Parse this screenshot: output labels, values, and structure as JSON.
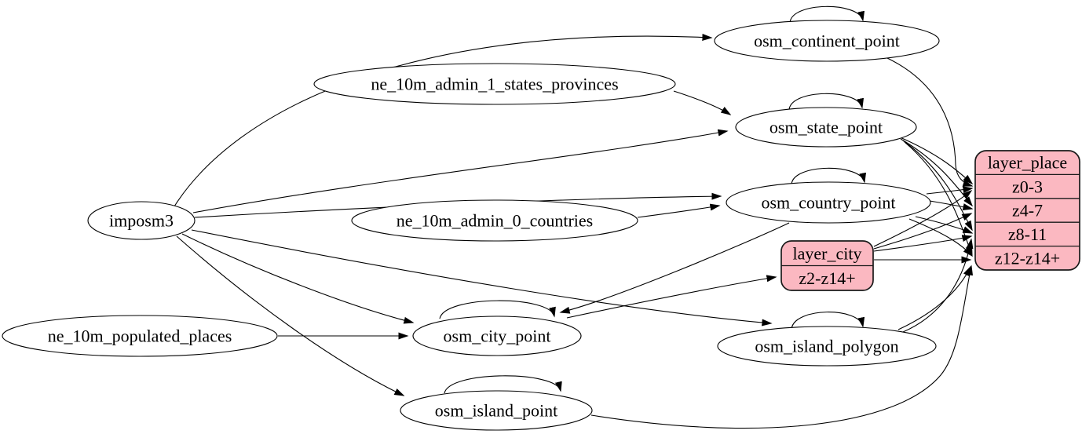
{
  "diagram": {
    "kind": "etl-dependency-graph",
    "colors": {
      "background": "#ffffff",
      "node_fill": "#ffffff",
      "record_fill": "#fbb8c1",
      "stroke": "#000000"
    },
    "nodes": {
      "imposm3": {
        "label": "imposm3",
        "shape": "ellipse"
      },
      "ne_10m_admin_1_states_provinces": {
        "label": "ne_10m_admin_1_states_provinces",
        "shape": "ellipse"
      },
      "ne_10m_admin_0_countries": {
        "label": "ne_10m_admin_0_countries",
        "shape": "ellipse"
      },
      "ne_10m_populated_places": {
        "label": "ne_10m_populated_places",
        "shape": "ellipse"
      },
      "osm_continent_point": {
        "label": "osm_continent_point",
        "shape": "ellipse"
      },
      "osm_state_point": {
        "label": "osm_state_point",
        "shape": "ellipse"
      },
      "osm_country_point": {
        "label": "osm_country_point",
        "shape": "ellipse"
      },
      "osm_city_point": {
        "label": "osm_city_point",
        "shape": "ellipse"
      },
      "osm_island_polygon": {
        "label": "osm_island_polygon",
        "shape": "ellipse"
      },
      "osm_island_point": {
        "label": "osm_island_point",
        "shape": "ellipse"
      },
      "layer_city": {
        "title": "layer_city",
        "rows": [
          "z2-z14+"
        ],
        "shape": "record"
      },
      "layer_place": {
        "title": "layer_place",
        "rows": [
          "z0-3",
          "z4-7",
          "z8-11",
          "z12-z14+"
        ],
        "shape": "record"
      }
    },
    "edges": [
      {
        "from": "imposm3",
        "to": "osm_continent_point"
      },
      {
        "from": "imposm3",
        "to": "osm_state_point"
      },
      {
        "from": "imposm3",
        "to": "osm_country_point"
      },
      {
        "from": "imposm3",
        "to": "osm_city_point"
      },
      {
        "from": "imposm3",
        "to": "osm_island_polygon"
      },
      {
        "from": "imposm3",
        "to": "osm_island_point"
      },
      {
        "from": "ne_10m_admin_1_states_provinces",
        "to": "osm_state_point"
      },
      {
        "from": "ne_10m_admin_0_countries",
        "to": "osm_country_point"
      },
      {
        "from": "ne_10m_populated_places",
        "to": "osm_city_point"
      },
      {
        "from": "osm_continent_point",
        "to": "osm_continent_point",
        "type": "self"
      },
      {
        "from": "osm_state_point",
        "to": "osm_state_point",
        "type": "self"
      },
      {
        "from": "osm_country_point",
        "to": "osm_country_point",
        "type": "self"
      },
      {
        "from": "osm_city_point",
        "to": "osm_city_point",
        "type": "self"
      },
      {
        "from": "osm_island_polygon",
        "to": "osm_island_polygon",
        "type": "self"
      },
      {
        "from": "osm_island_point",
        "to": "osm_island_point",
        "type": "self"
      },
      {
        "from": "osm_continent_point",
        "to": "layer_place",
        "to_port": "z0-3"
      },
      {
        "from": "osm_state_point",
        "to": "layer_place",
        "to_port": "z0-3"
      },
      {
        "from": "osm_state_point",
        "to": "layer_place",
        "to_port": "z4-7"
      },
      {
        "from": "osm_state_point",
        "to": "layer_place",
        "to_port": "z8-11"
      },
      {
        "from": "osm_state_point",
        "to": "layer_place",
        "to_port": "z12-z14+"
      },
      {
        "from": "osm_country_point",
        "to": "layer_place",
        "to_port": "z0-3"
      },
      {
        "from": "osm_country_point",
        "to": "layer_place",
        "to_port": "z4-7"
      },
      {
        "from": "osm_country_point",
        "to": "layer_place",
        "to_port": "z8-11"
      },
      {
        "from": "osm_country_point",
        "to": "layer_place",
        "to_port": "z12-z14+"
      },
      {
        "from": "osm_country_point",
        "to": "osm_city_point"
      },
      {
        "from": "osm_city_point",
        "to": "layer_city",
        "to_port": "z2-z14+"
      },
      {
        "from": "layer_city",
        "to": "layer_place",
        "to_port": "z0-3"
      },
      {
        "from": "layer_city",
        "to": "layer_place",
        "to_port": "z4-7"
      },
      {
        "from": "layer_city",
        "to": "layer_place",
        "to_port": "z8-11"
      },
      {
        "from": "layer_city",
        "to": "layer_place",
        "to_port": "z12-z14+"
      },
      {
        "from": "osm_island_polygon",
        "to": "layer_place",
        "to_port": "z8-11"
      },
      {
        "from": "osm_island_polygon",
        "to": "layer_place",
        "to_port": "z12-z14+"
      },
      {
        "from": "osm_island_point",
        "to": "layer_place",
        "to_port": "z12-z14+"
      }
    ]
  }
}
